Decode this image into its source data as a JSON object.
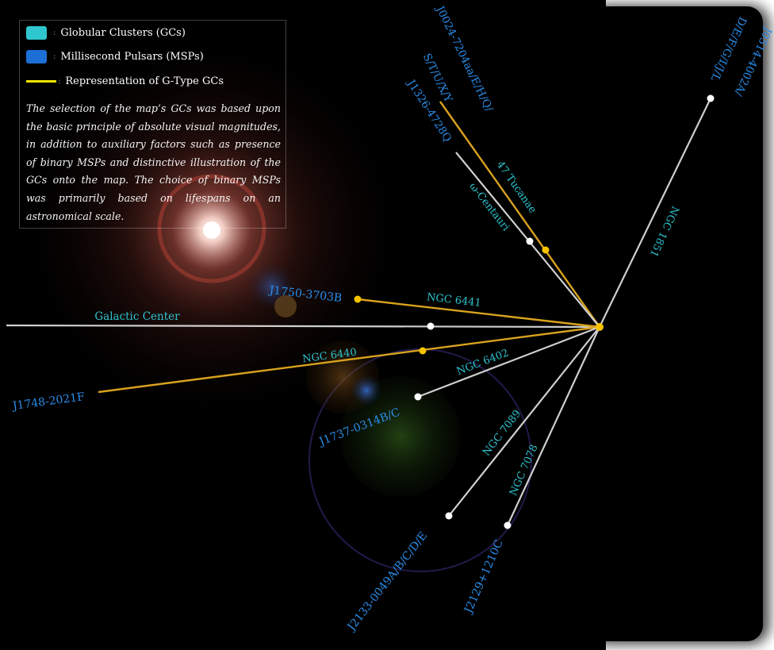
{
  "legend": {
    "items": [
      {
        "label": "Globular Clusters (GCs)",
        "color": "#2fc7cf"
      },
      {
        "label": "Millisecond Pulsars (MSPs)",
        "color": "#1c6fd6"
      },
      {
        "label": "Representation of G-Type GCs",
        "color": "#f2e400"
      }
    ],
    "separator": ":",
    "note": "The selection of the map’s GCs was based upon the basic principle of absolute visual magnitudes, in addition to auxiliary factors such as presence of binary MSPs and distinctive illustration of the GCs onto the map. The choice of binary MSPs was primarily based on lifespans on an astronomical scale."
  },
  "colors": {
    "background": "#000000",
    "gc_label": "#2ec4d0",
    "msp_label": "#2a8de8",
    "g_type_line": "#d9a21e",
    "g_type_node": "#f7c300",
    "normal_line": "#cfcfcf",
    "normal_node": "#ffffff"
  },
  "center": {
    "label": "Galactic Center"
  },
  "clusters": [
    {
      "id": "47tuc",
      "gc": "47 Tucanae",
      "msp": "J0024-7204aa/E/H/Q/",
      "msp2": "S/T/U/X/Y",
      "g_type": true
    },
    {
      "id": "omega",
      "gc": "ω-Centauri",
      "msp": "J1326-4728Q",
      "g_type": false
    },
    {
      "id": "ngc1851",
      "gc": "NGC 1851",
      "msp": "J0514-4002A/",
      "msp2": "D/E/F/G/I/J/L",
      "g_type": false
    },
    {
      "id": "ngc6441",
      "gc": "NGC 6441",
      "msp": "J1750-3703B",
      "g_type": true
    },
    {
      "id": "ngc6440",
      "gc": "NGC 6440",
      "msp": "J1748-2021F",
      "g_type": true
    },
    {
      "id": "ngc6402",
      "gc": "NGC 6402",
      "msp": "J1737-0314B/C",
      "g_type": false
    },
    {
      "id": "ngc7089",
      "gc": "NGC 7089",
      "msp": "J2133-0049A/B/C/D/E",
      "g_type": false
    },
    {
      "id": "ngc7078",
      "gc": "NGC 7078",
      "msp": "J2129+1210C",
      "g_type": false
    }
  ]
}
